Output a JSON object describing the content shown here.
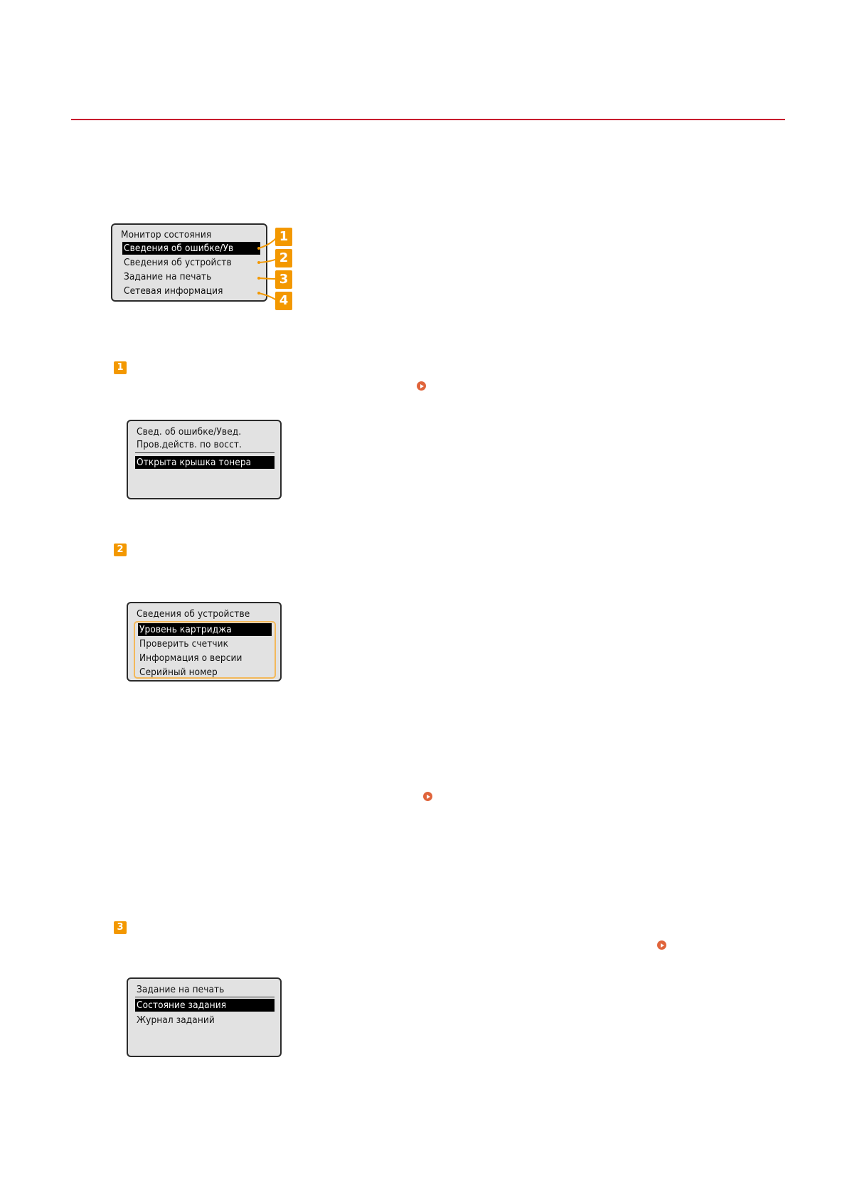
{
  "main_screen": {
    "title": "Монитор состояния",
    "items": [
      "Сведения об ошибке/Ув",
      "Сведения об устройств",
      "Задание на печать",
      "Сетевая информация"
    ]
  },
  "callouts": [
    "1",
    "2",
    "3",
    "4"
  ],
  "error_screen": {
    "line1": "Свед. об ошибке/Увед.",
    "line2": "Пров.действ. по восст.",
    "selected": "Открыта крышка тонера"
  },
  "device_screen": {
    "title": "Сведения об устройстве",
    "items": [
      "Уровень картриджа",
      "Проверить счетчик",
      "Информация о версии",
      "Серийный номер"
    ]
  },
  "print_screen": {
    "title": "Задание на печать",
    "items": [
      "Состояние задания",
      "Журнал заданий"
    ]
  },
  "colors": {
    "accent": "#f39800",
    "rule": "#c8102e",
    "link": "#e0643b"
  }
}
